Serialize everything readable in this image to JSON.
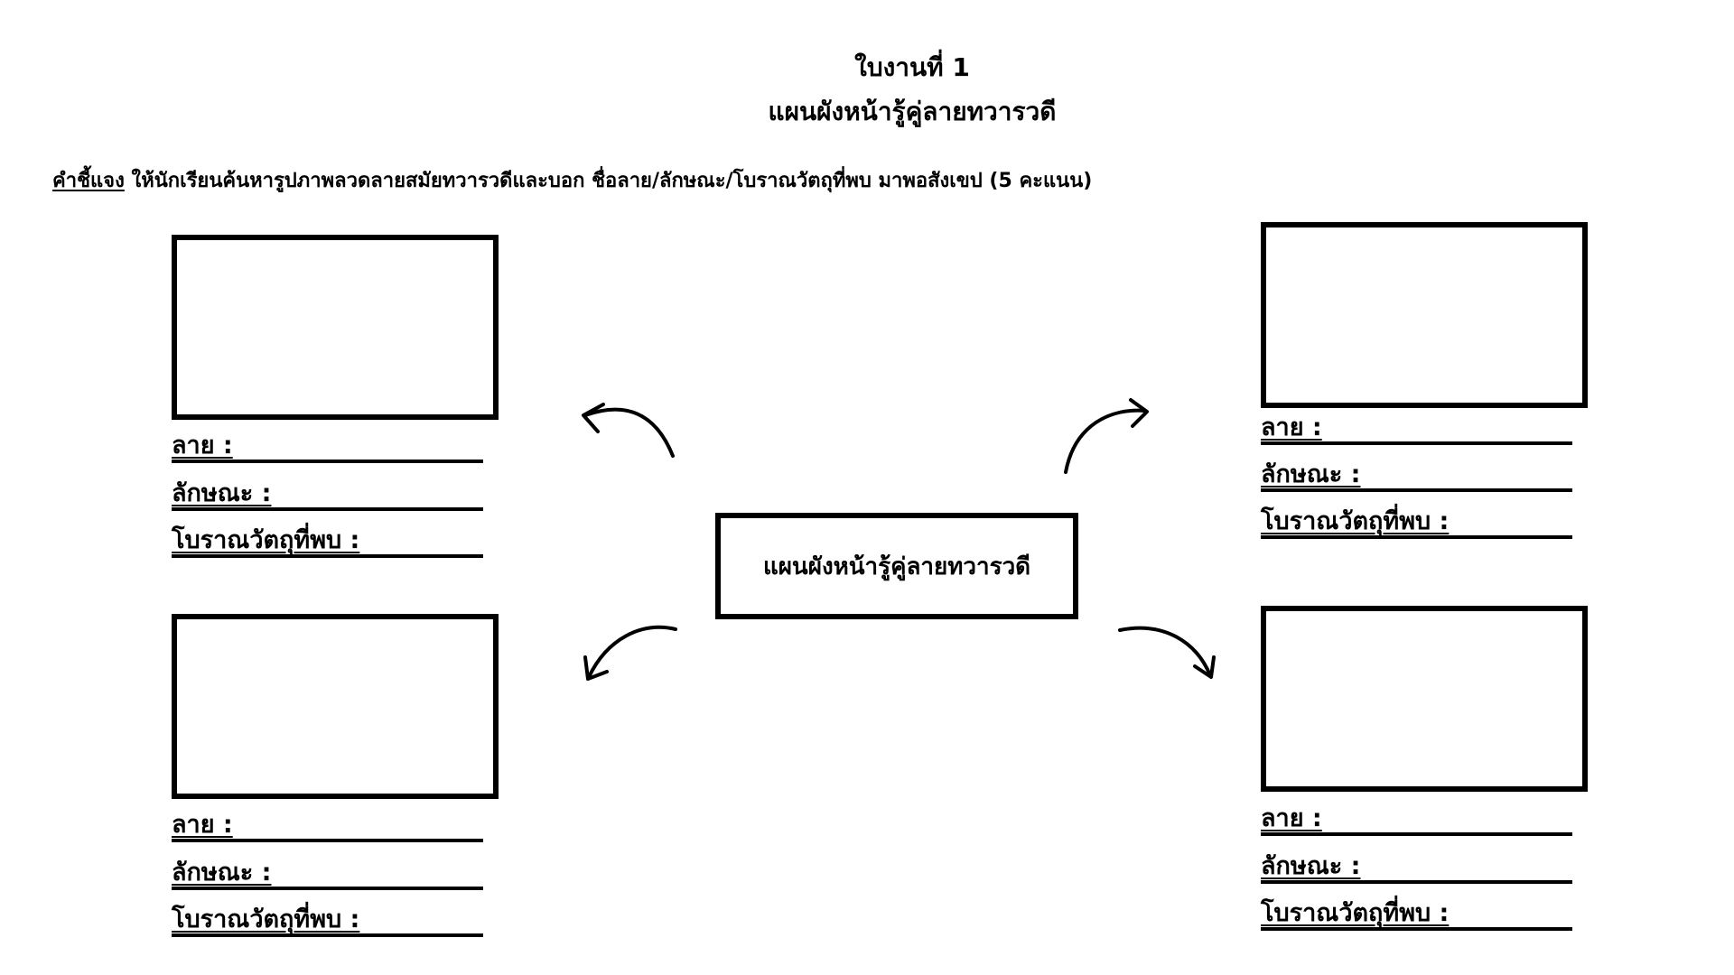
{
  "header": {
    "title_line1": "ใบงานที่ 1",
    "title_line2": "แผนผังหน้ารู้คู่ลายทวารวดี"
  },
  "instructions": {
    "label": "คำชี้แจง",
    "text": " ให้นักเรียนค้นหารูปภาพลวดลายสมัยทวารวดีและบอก ชื่อลาย/ลักษณะ/โบราณวัตถุที่พบ มาพอสังเขป (5 คะแนน)"
  },
  "center": {
    "label": "แผนผังหน้ารู้คู่ลายทวารวดี"
  },
  "panels": [
    {
      "pattern_label": "ลาย :",
      "characteristic_label": "ลักษณะ :",
      "artifact_label": "โบราณวัตถุที่พบ :"
    },
    {
      "pattern_label": "ลาย :",
      "characteristic_label": "ลักษณะ :",
      "artifact_label": "โบราณวัตถุที่พบ :"
    },
    {
      "pattern_label": "ลาย :",
      "characteristic_label": "ลักษณะ :",
      "artifact_label": "โบราณวัตถุที่พบ :"
    },
    {
      "pattern_label": "ลาย :",
      "characteristic_label": "ลักษณะ :",
      "artifact_label": "โบราณวัตถุที่พบ :"
    }
  ],
  "icons": [
    "arrow-top-left-icon",
    "arrow-top-right-icon",
    "arrow-bottom-left-icon",
    "arrow-bottom-right-icon"
  ]
}
